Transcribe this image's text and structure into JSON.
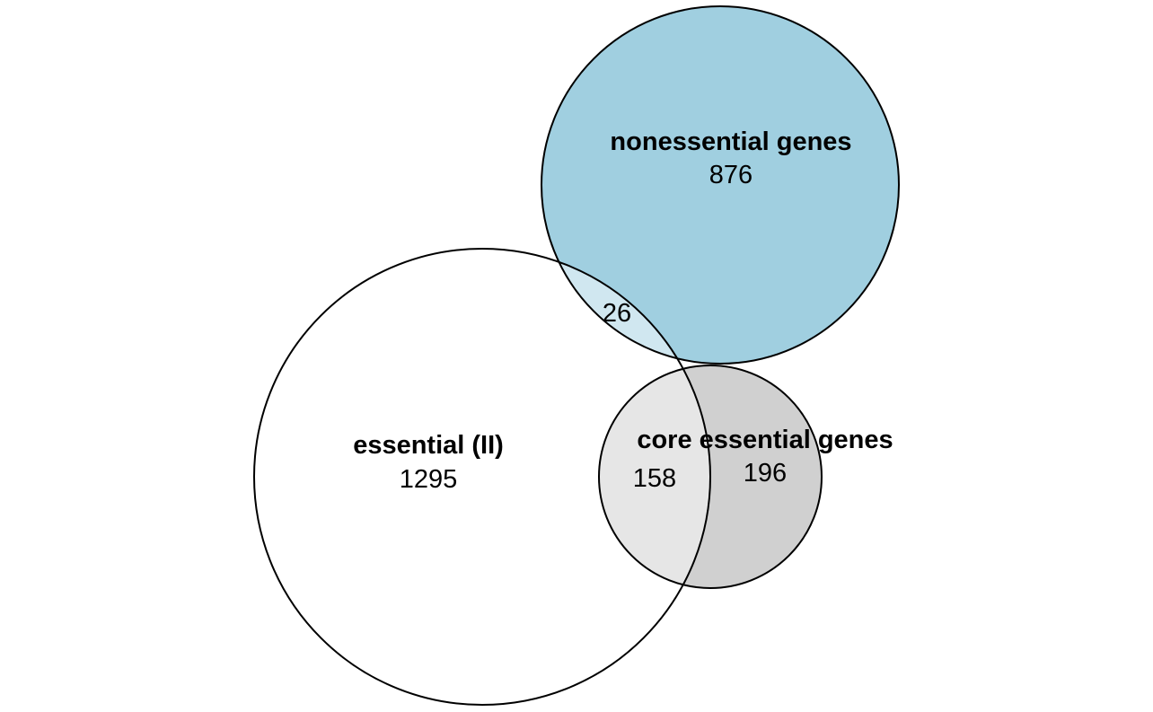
{
  "sets": {
    "essential": {
      "label": "essential (II)",
      "count": "1295"
    },
    "nonessential": {
      "label": "nonessential genes",
      "count": "876"
    },
    "core": {
      "label": "core essential genes",
      "count": "196"
    }
  },
  "intersections": {
    "essential_nonessential": "26",
    "essential_core": "158"
  },
  "colors": {
    "nonessential_fill": "#a0cfe0",
    "essential_nonessential_fill": "#d0e7f0",
    "core_fill": "#d0d0d0",
    "essential_core_fill": "#e6e6e6",
    "essential_fill": "#ffffff",
    "outline": "#000000"
  }
}
